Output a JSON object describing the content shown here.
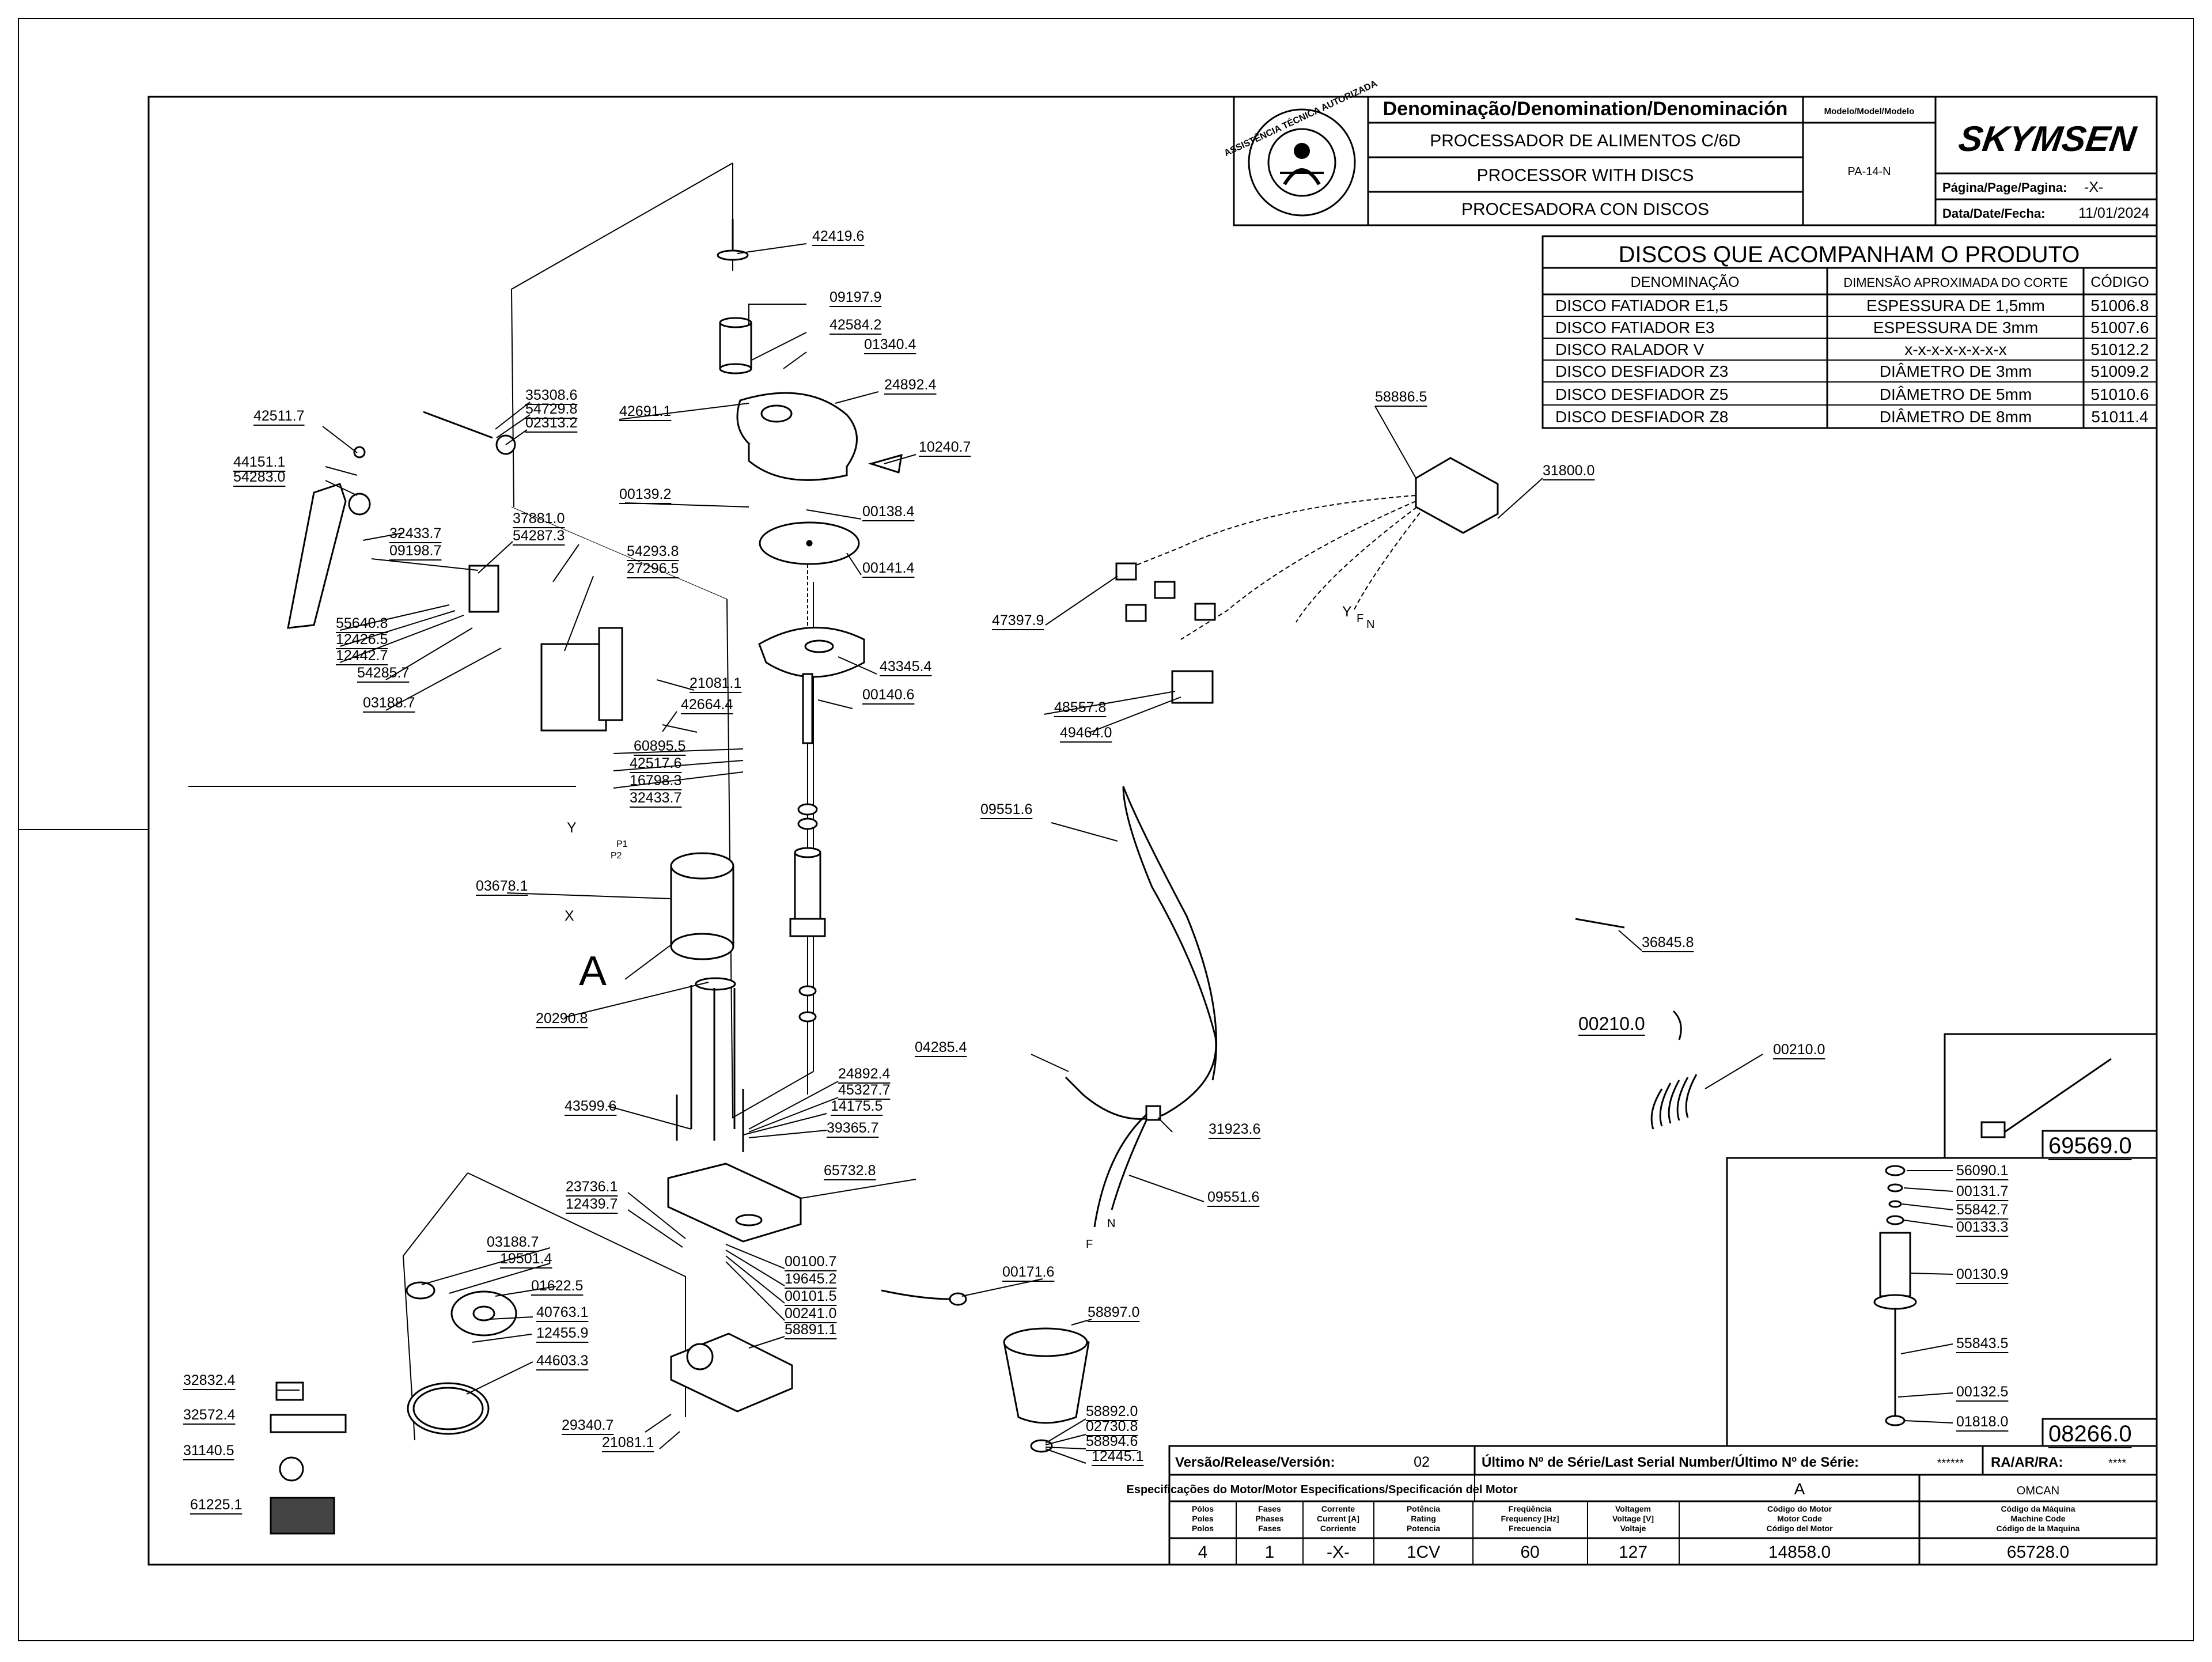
{
  "header": {
    "denomination_heading": "Denominação/Denomination/Denominación",
    "model_heading": "Modelo/Model/Modelo",
    "name_pt": "PROCESSADOR DE ALIMENTOS C/6D",
    "name_en": "PROCESSOR WITH DISCS",
    "name_es": "PROCESADORA CON DISCOS",
    "model": "PA-14-N",
    "brand": "SKYMSEN",
    "page_label": "Página/Page/Pagina:",
    "page_value": "-X-",
    "date_label": "Data/Date/Fecha:",
    "date_value": "11/01/2024",
    "seal_text": "ASSISTÊNCIA TÉCNICA AUTORIZADA"
  },
  "discs": {
    "title": "DISCOS QUE ACOMPANHAM O PRODUTO",
    "columns": [
      "DENOMINAÇÃO",
      "DIMENSÃO APROXIMADA DO CORTE",
      "CÓDIGO"
    ],
    "rows": [
      [
        "DISCO FATIADOR E1,5",
        "ESPESSURA DE 1,5mm",
        "51006.8"
      ],
      [
        "DISCO FATIADOR E3",
        "ESPESSURA DE 3mm",
        "51007.6"
      ],
      [
        "DISCO RALADOR V",
        "x-x-x-x-x-x-x-x",
        "51012.2"
      ],
      [
        "DISCO DESFIADOR Z3",
        "DIÂMETRO DE 3mm",
        "51009.2"
      ],
      [
        "DISCO DESFIADOR Z5",
        "DIÂMETRO DE 5mm",
        "51010.6"
      ],
      [
        "DISCO DESFIADOR Z8",
        "DIÂMETRO DE 8mm",
        "51011.4"
      ]
    ]
  },
  "footer": {
    "version_label": "Versão/Release/Versión:",
    "version_value": "02",
    "serial_label": "Último Nº de Série/Last Serial Number/Último Nº de Série:",
    "serial_value": "******",
    "ra_label": "RA/AR/RA:",
    "ra_value": "****",
    "motor_spec_label": "Especificações do Motor/Motor Especifications/Specificación del Motor",
    "motor_variant": "A",
    "manufacturer": "OMCAN",
    "col_headers": [
      [
        "Pólos",
        "Poles",
        "Polos"
      ],
      [
        "Fases",
        "Phases",
        "Fases"
      ],
      [
        "Corrente",
        "Current [A]",
        "Corriente"
      ],
      [
        "Potência",
        "Rating",
        "Potencia"
      ],
      [
        "Freqüência",
        "Frequency [Hz]",
        "Frecuencia"
      ],
      [
        "Voltagem",
        "Voltage [V]",
        "Voltaje"
      ],
      [
        "Código do Motor",
        "Motor Code",
        "Código del Motor"
      ],
      [
        "Código da Máquina",
        "Machine Code",
        "Código de la Maquina"
      ]
    ],
    "values": [
      "4",
      "1",
      "-X-",
      "1CV",
      "60",
      "127",
      "14858.0",
      "65728.0"
    ]
  },
  "parts": {
    "p42419_6": "42419.6",
    "p09197_9": "09197.9",
    "p42584_2": "42584.2",
    "p01340_4": "01340.4",
    "p24892_4a": "24892.4",
    "p42691_1": "42691.1",
    "p10240_7": "10240.7",
    "p00139_2": "00139.2",
    "p00138_4": "00138.4",
    "p00141_4": "00141.4",
    "p43345_4": "43345.4",
    "p00140_6": "00140.6",
    "p35308_6": "35308.6",
    "p54729_8": "54729.8",
    "p02313_2": "02313.2",
    "p42511_7": "42511.7",
    "p44151_1": "44151.1",
    "p54283_0": "54283.0",
    "p32433_7a": "32433.7",
    "p09198_7": "09198.7",
    "p37881_0": "37881.0",
    "p54287_3": "54287.3",
    "p54293_8": "54293.8",
    "p27296_5": "27296.5",
    "p55640_8": "55640.8",
    "p12426_5": "12426.5",
    "p12442_7": "12442.7",
    "p54285_7": "54285.7",
    "p03188_7a": "03188.7",
    "p21081_1a": "21081.1",
    "p42664_4": "42664.4",
    "p60895_5": "60895.5",
    "p42517_6": "42517.6",
    "p16798_3": "16798.3",
    "p32433_7b": "32433.7",
    "p03678_1": "03678.1",
    "p20290_8": "20290.8",
    "p43599_6": "43599.6",
    "p24892_4b": "24892.4",
    "p45327_7": "45327.7",
    "p14175_5": "14175.5",
    "p39365_7": "39365.7",
    "p65732_8": "65732.8",
    "p23736_1": "23736.1",
    "p12439_7": "12439.7",
    "p03188_7b": "03188.7",
    "p19501_4": "19501.4",
    "p01622_5": "01622.5",
    "p40763_1": "40763.1",
    "p12455_9": "12455.9",
    "p44603_3": "44603.3",
    "p00100_7": "00100.7",
    "p19645_2": "19645.2",
    "p00101_5": "00101.5",
    "p00241_0": "00241.0",
    "p58891_1": "58891.1",
    "p29340_7": "29340.7",
    "p21081_1b": "21081.1",
    "p32832_4": "32832.4",
    "p32572_4": "32572.4",
    "p31140_5": "31140.5",
    "p61225_1": "61225.1",
    "p58886_5": "58886.5",
    "p31800_0": "31800.0",
    "p47397_9": "47397.9",
    "p48557_8": "48557.8",
    "p49464_0": "49464.0",
    "p09551_6a": "09551.6",
    "p04285_4": "04285.4",
    "p31923_6": "31923.6",
    "p09551_6b": "09551.6",
    "p00171_6": "00171.6",
    "p58897_0": "58897.0",
    "p58892_0": "58892.0",
    "p02730_8": "02730.8",
    "p58894_6": "58894.6",
    "p12445_1": "12445.1",
    "p36845_8": "36845.8",
    "p00210_0a": "00210.0",
    "p00210_0b": "00210.0",
    "p69569_0": "69569.0",
    "p08266_0": "08266.0",
    "p56090_1": "56090.1",
    "p00131_7": "00131.7",
    "p55842_7": "55842.7",
    "p00133_3": "00133.3",
    "p00130_9": "00130.9",
    "p55843_5": "55843.5",
    "p00132_5": "00132.5",
    "p01818_0": "01818.0"
  },
  "marks": {
    "motor_a": "A",
    "wire_y": "Y",
    "wire_x": "X",
    "wire_p1": "P1",
    "wire_p2": "P2",
    "harness_y": "Y",
    "harness_f": "F",
    "harness_n": "N",
    "cable_f": "F",
    "cable_n": "N"
  }
}
